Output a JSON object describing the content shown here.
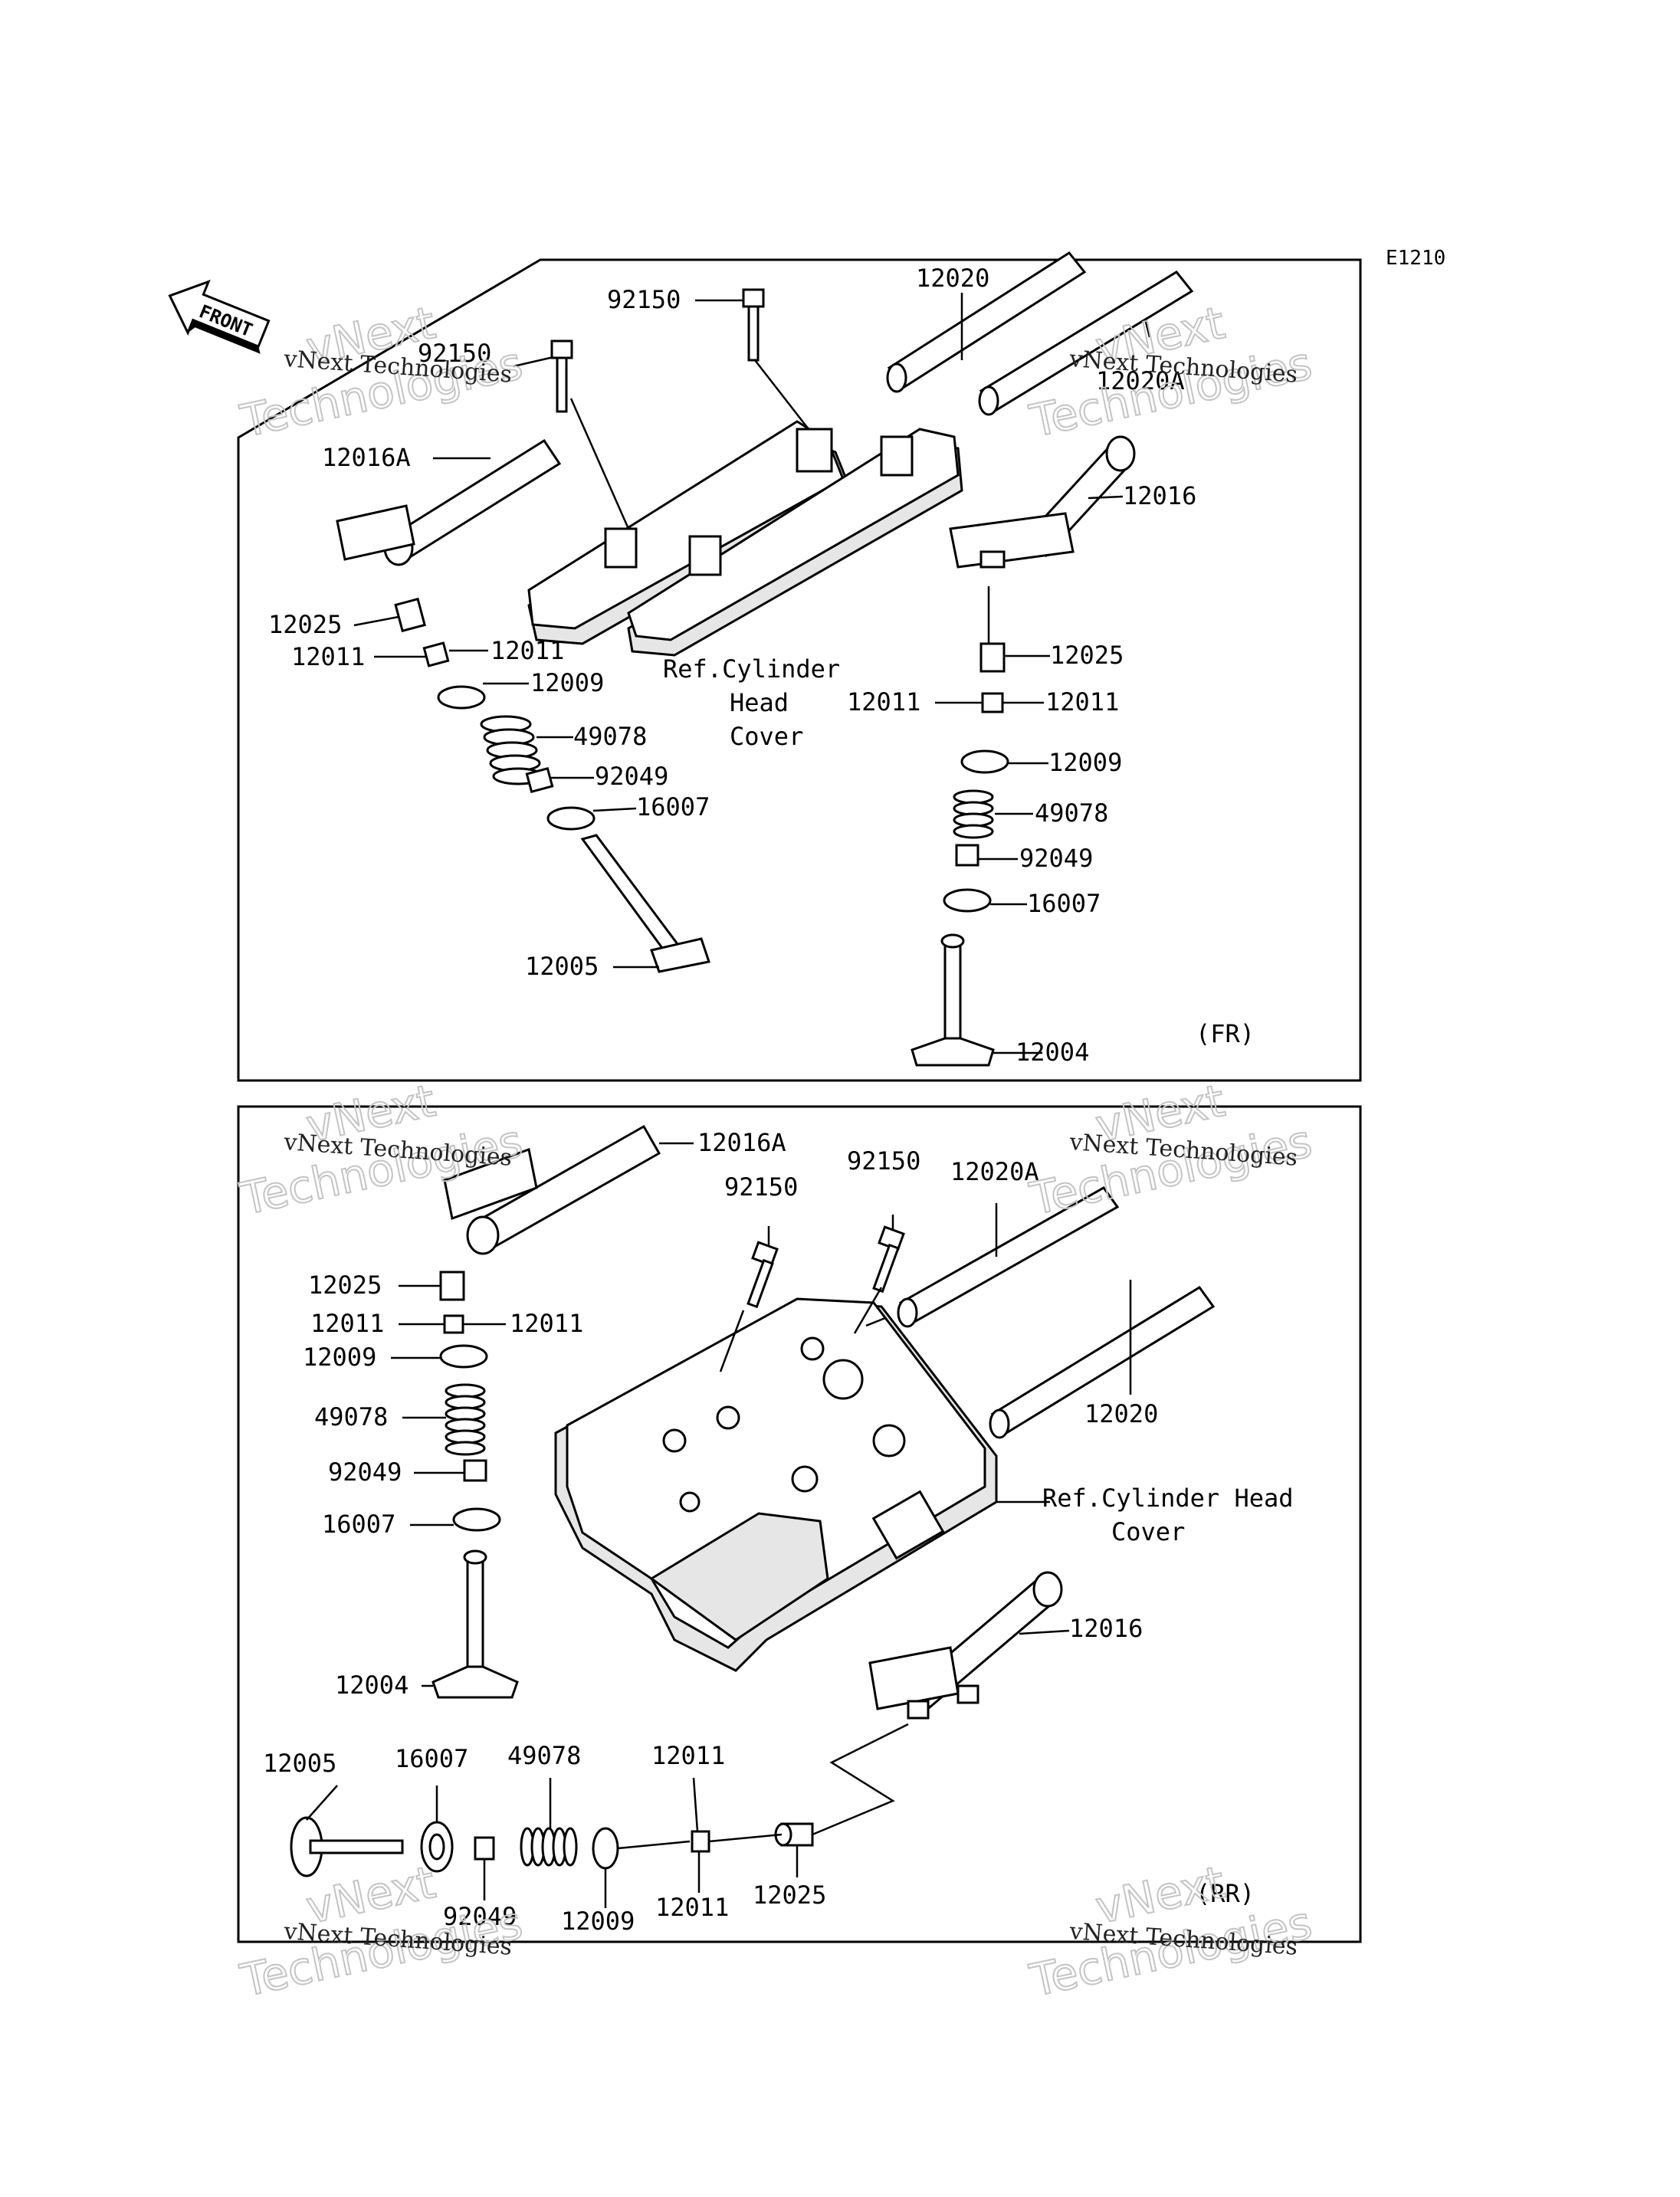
{
  "diagram_code": "E1210",
  "front_label": "FRONT",
  "top_panel": {
    "view_label": "(FR)",
    "callouts": [
      {
        "id": "t-92150-a",
        "text": "92150"
      },
      {
        "id": "t-92150-b",
        "text": "92150"
      },
      {
        "id": "t-12020",
        "text": "12020"
      },
      {
        "id": "t-12020a",
        "text": "12020A"
      },
      {
        "id": "t-12016a",
        "text": "12016A"
      },
      {
        "id": "t-12016",
        "text": "12016"
      },
      {
        "id": "t-12025-l",
        "text": "12025"
      },
      {
        "id": "t-12011-l1",
        "text": "12011"
      },
      {
        "id": "t-12011-l2",
        "text": "12011"
      },
      {
        "id": "t-12009-l",
        "text": "12009"
      },
      {
        "id": "t-49078-l",
        "text": "49078"
      },
      {
        "id": "t-92049-l",
        "text": "92049"
      },
      {
        "id": "t-16007-l",
        "text": "16007"
      },
      {
        "id": "t-12005",
        "text": "12005"
      },
      {
        "id": "t-12025-r",
        "text": "12025"
      },
      {
        "id": "t-12011-r1",
        "text": "12011"
      },
      {
        "id": "t-12011-r2",
        "text": "12011"
      },
      {
        "id": "t-12009-r",
        "text": "12009"
      },
      {
        "id": "t-49078-r",
        "text": "49078"
      },
      {
        "id": "t-92049-r",
        "text": "92049"
      },
      {
        "id": "t-16007-r",
        "text": "16007"
      },
      {
        "id": "t-12004",
        "text": "12004"
      }
    ],
    "ref_lines": [
      "Ref.Cylinder",
      "Head",
      "Cover"
    ]
  },
  "bottom_panel": {
    "view_label": "(RR)",
    "callouts": [
      {
        "id": "b-12016a",
        "text": "12016A"
      },
      {
        "id": "b-92150-a",
        "text": "92150"
      },
      {
        "id": "b-92150-b",
        "text": "92150"
      },
      {
        "id": "b-12020a",
        "text": "12020A"
      },
      {
        "id": "b-12025-l",
        "text": "12025"
      },
      {
        "id": "b-12011-l1",
        "text": "12011"
      },
      {
        "id": "b-12011-l2",
        "text": "12011"
      },
      {
        "id": "b-12009-l",
        "text": "12009"
      },
      {
        "id": "b-49078-l",
        "text": "49078"
      },
      {
        "id": "b-92049-l",
        "text": "92049"
      },
      {
        "id": "b-16007-l",
        "text": "16007"
      },
      {
        "id": "b-12004",
        "text": "12004"
      },
      {
        "id": "b-12020",
        "text": "12020"
      },
      {
        "id": "b-12016",
        "text": "12016"
      },
      {
        "id": "b-12005",
        "text": "12005"
      },
      {
        "id": "b-16007-b",
        "text": "16007"
      },
      {
        "id": "b-49078-b",
        "text": "49078"
      },
      {
        "id": "b-12011-b1",
        "text": "12011"
      },
      {
        "id": "b-92049-b",
        "text": "92049"
      },
      {
        "id": "b-12009-b",
        "text": "12009"
      },
      {
        "id": "b-12011-b2",
        "text": "12011"
      },
      {
        "id": "b-12025-b",
        "text": "12025"
      }
    ],
    "ref_lines": [
      "Ref.Cylinder Head",
      "Cover"
    ]
  },
  "watermark": {
    "big_line1": "vNext",
    "big_line2": "Technologies",
    "small": "vNext Technologies"
  }
}
